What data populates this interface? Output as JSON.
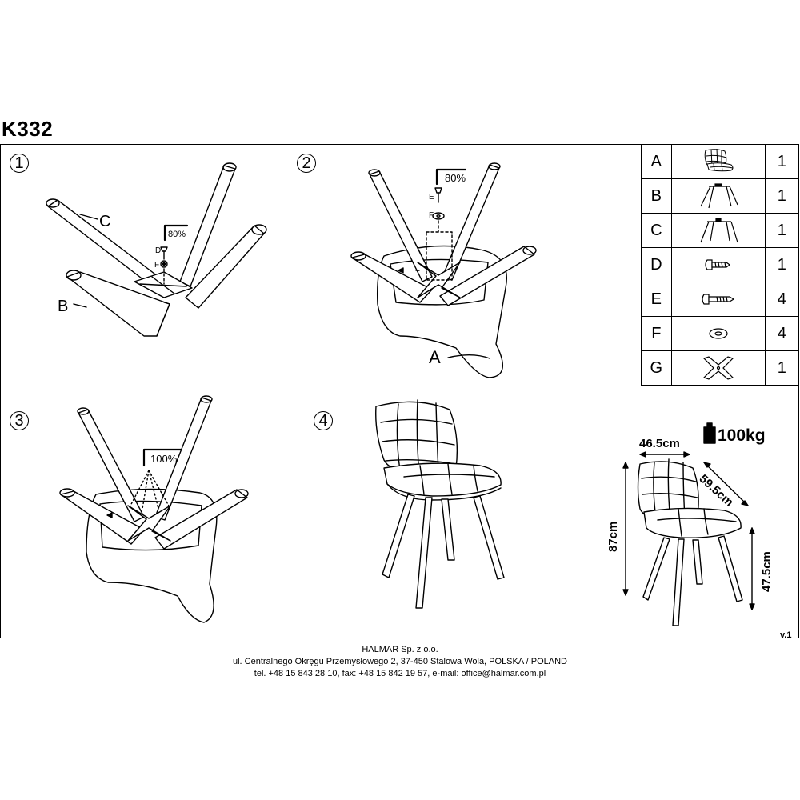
{
  "product_code": "K332",
  "steps": [
    "1",
    "2",
    "3",
    "4"
  ],
  "labels": {
    "leg_b": "B",
    "leg_c": "C",
    "seat_a": "A",
    "screw_d": "D",
    "screw_e": "E",
    "washer_f": "F",
    "washer_f2": "F"
  },
  "tightening": {
    "step1": "80%",
    "step2": "80%",
    "step3": "100%"
  },
  "parts": [
    {
      "letter": "A",
      "qty": "1",
      "icon": "seat-icon"
    },
    {
      "letter": "B",
      "qty": "1",
      "icon": "leg-frame-icon"
    },
    {
      "letter": "C",
      "qty": "1",
      "icon": "leg-frame-icon"
    },
    {
      "letter": "D",
      "qty": "1",
      "icon": "short-screw-icon"
    },
    {
      "letter": "E",
      "qty": "4",
      "icon": "long-screw-icon"
    },
    {
      "letter": "F",
      "qty": "4",
      "icon": "washer-icon"
    },
    {
      "letter": "G",
      "qty": "1",
      "icon": "cross-plate-icon"
    }
  ],
  "dimensions": {
    "width": "46.5cm",
    "depth": "59.5cm",
    "height": "87cm",
    "seat_height": "47.5cm",
    "max_load": "100kg"
  },
  "version": "v.1",
  "footer": {
    "company": "HALMAR Sp. z o.o.",
    "address": "ul. Centralnego Okręgu Przemysłowego 2, 37-450 Stalowa Wola, POLSKA / POLAND",
    "contact": "tel. +48 15 843 28 10, fax: +48 15 842 19 57, e-mail: office@halmar.com.pl"
  }
}
